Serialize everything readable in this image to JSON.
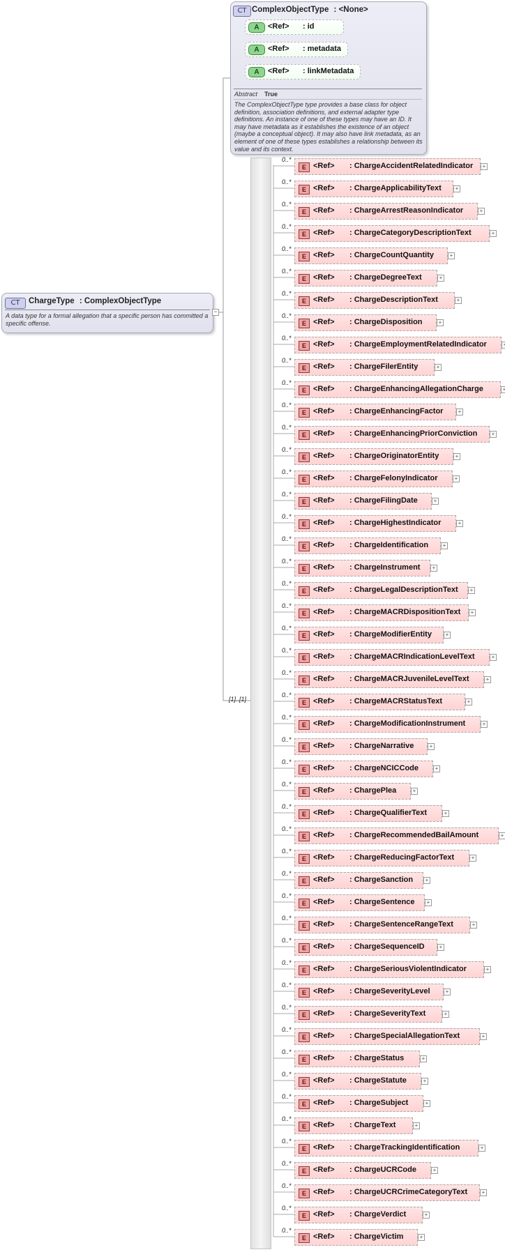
{
  "complex_object": {
    "badge": "CT",
    "title": "ComplexObjectType",
    "base": ": <None>",
    "attributes": [
      {
        "badge": "A",
        "ref": "<Ref>",
        "name": ": id"
      },
      {
        "badge": "A",
        "ref": "<Ref>",
        "name": ": metadata"
      },
      {
        "badge": "A",
        "ref": "<Ref>",
        "name": ": linkMetadata"
      }
    ],
    "abstract_label": "Abstract",
    "abstract_value": "True",
    "description": "The ComplexObjectType type provides a base class for object definition, association definitions, and external adapter type definitions. An instance of one of these types may have an ID. It may have metadata as it establishes the existence of an object (maybe a conceptual object). It may also have link metadata, as an element of one of these types establishes a relationship between its value and its context."
  },
  "charge_type": {
    "badge": "CT",
    "title": "ChargeType",
    "base": ": ComplexObjectType",
    "description": "A data type for a formal allegation that a specific person has committed a specific offense."
  },
  "sequence": {
    "multiplicity": "[1]..[1]"
  },
  "elements": [
    {
      "mult": "0..*",
      "badge": "E",
      "ref": "<Ref>",
      "name": ": ChargeAccidentRelatedIndicator"
    },
    {
      "mult": "0..*",
      "badge": "E",
      "ref": "<Ref>",
      "name": ": ChargeApplicabilityText"
    },
    {
      "mult": "0..*",
      "badge": "E",
      "ref": "<Ref>",
      "name": ": ChargeArrestReasonIndicator"
    },
    {
      "mult": "0..*",
      "badge": "E",
      "ref": "<Ref>",
      "name": ": ChargeCategoryDescriptionText"
    },
    {
      "mult": "0..*",
      "badge": "E",
      "ref": "<Ref>",
      "name": ": ChargeCountQuantity"
    },
    {
      "mult": "0..*",
      "badge": "E",
      "ref": "<Ref>",
      "name": ": ChargeDegreeText"
    },
    {
      "mult": "0..*",
      "badge": "E",
      "ref": "<Ref>",
      "name": ": ChargeDescriptionText"
    },
    {
      "mult": "0..*",
      "badge": "E",
      "ref": "<Ref>",
      "name": ": ChargeDisposition"
    },
    {
      "mult": "0..*",
      "badge": "E",
      "ref": "<Ref>",
      "name": ": ChargeEmploymentRelatedIndicator"
    },
    {
      "mult": "0..*",
      "badge": "E",
      "ref": "<Ref>",
      "name": ": ChargeFilerEntity"
    },
    {
      "mult": "0..*",
      "badge": "E",
      "ref": "<Ref>",
      "name": ": ChargeEnhancingAllegationCharge"
    },
    {
      "mult": "0..*",
      "badge": "E",
      "ref": "<Ref>",
      "name": ": ChargeEnhancingFactor"
    },
    {
      "mult": "0..*",
      "badge": "E",
      "ref": "<Ref>",
      "name": ": ChargeEnhancingPriorConviction"
    },
    {
      "mult": "0..*",
      "badge": "E",
      "ref": "<Ref>",
      "name": ": ChargeOriginatorEntity"
    },
    {
      "mult": "0..*",
      "badge": "E",
      "ref": "<Ref>",
      "name": ": ChargeFelonyIndicator"
    },
    {
      "mult": "0..*",
      "badge": "E",
      "ref": "<Ref>",
      "name": ": ChargeFilingDate"
    },
    {
      "mult": "0..*",
      "badge": "E",
      "ref": "<Ref>",
      "name": ": ChargeHighestIndicator"
    },
    {
      "mult": "0..*",
      "badge": "E",
      "ref": "<Ref>",
      "name": ": ChargeIdentification"
    },
    {
      "mult": "0..*",
      "badge": "E",
      "ref": "<Ref>",
      "name": ": ChargeInstrument"
    },
    {
      "mult": "0..*",
      "badge": "E",
      "ref": "<Ref>",
      "name": ": ChargeLegalDescriptionText"
    },
    {
      "mult": "0..*",
      "badge": "E",
      "ref": "<Ref>",
      "name": ": ChargeMACRDispositionText"
    },
    {
      "mult": "0..*",
      "badge": "E",
      "ref": "<Ref>",
      "name": ": ChargeModifierEntity"
    },
    {
      "mult": "0..*",
      "badge": "E",
      "ref": "<Ref>",
      "name": ": ChargeMACRIndicationLevelText"
    },
    {
      "mult": "0..*",
      "badge": "E",
      "ref": "<Ref>",
      "name": ": ChargeMACRJuvenileLevelText"
    },
    {
      "mult": "0..*",
      "badge": "E",
      "ref": "<Ref>",
      "name": ": ChargeMACRStatusText"
    },
    {
      "mult": "0..*",
      "badge": "E",
      "ref": "<Ref>",
      "name": ": ChargeModificationInstrument"
    },
    {
      "mult": "0..*",
      "badge": "E",
      "ref": "<Ref>",
      "name": ": ChargeNarrative"
    },
    {
      "mult": "0..*",
      "badge": "E",
      "ref": "<Ref>",
      "name": ": ChargeNCICCode"
    },
    {
      "mult": "0..*",
      "badge": "E",
      "ref": "<Ref>",
      "name": ": ChargePlea"
    },
    {
      "mult": "0..*",
      "badge": "E",
      "ref": "<Ref>",
      "name": ": ChargeQualifierText"
    },
    {
      "mult": "0..*",
      "badge": "E",
      "ref": "<Ref>",
      "name": ": ChargeRecommendedBailAmount"
    },
    {
      "mult": "0..*",
      "badge": "E",
      "ref": "<Ref>",
      "name": ": ChargeReducingFactorText"
    },
    {
      "mult": "0..*",
      "badge": "E",
      "ref": "<Ref>",
      "name": ": ChargeSanction"
    },
    {
      "mult": "0..*",
      "badge": "E",
      "ref": "<Ref>",
      "name": ": ChargeSentence"
    },
    {
      "mult": "0..*",
      "badge": "E",
      "ref": "<Ref>",
      "name": ": ChargeSentenceRangeText"
    },
    {
      "mult": "0..*",
      "badge": "E",
      "ref": "<Ref>",
      "name": ": ChargeSequenceID"
    },
    {
      "mult": "0..*",
      "badge": "E",
      "ref": "<Ref>",
      "name": ": ChargeSeriousViolentIndicator"
    },
    {
      "mult": "0..*",
      "badge": "E",
      "ref": "<Ref>",
      "name": ": ChargeSeverityLevel"
    },
    {
      "mult": "0..*",
      "badge": "E",
      "ref": "<Ref>",
      "name": ": ChargeSeverityText"
    },
    {
      "mult": "0..*",
      "badge": "E",
      "ref": "<Ref>",
      "name": ": ChargeSpecialAllegationText"
    },
    {
      "mult": "0..*",
      "badge": "E",
      "ref": "<Ref>",
      "name": ": ChargeStatus"
    },
    {
      "mult": "0..*",
      "badge": "E",
      "ref": "<Ref>",
      "name": ": ChargeStatute"
    },
    {
      "mult": "0..*",
      "badge": "E",
      "ref": "<Ref>",
      "name": ": ChargeSubject"
    },
    {
      "mult": "0..*",
      "badge": "E",
      "ref": "<Ref>",
      "name": ": ChargeText"
    },
    {
      "mult": "0..*",
      "badge": "E",
      "ref": "<Ref>",
      "name": ": ChargeTrackingIdentification"
    },
    {
      "mult": "0..*",
      "badge": "E",
      "ref": "<Ref>",
      "name": ": ChargeUCRCode"
    },
    {
      "mult": "0..*",
      "badge": "E",
      "ref": "<Ref>",
      "name": ": ChargeUCRCrimeCategoryText"
    },
    {
      "mult": "0..*",
      "badge": "E",
      "ref": "<Ref>",
      "name": ": ChargeVerdict"
    },
    {
      "mult": "0..*",
      "badge": "E",
      "ref": "<Ref>",
      "name": ": ChargeVictim"
    }
  ]
}
